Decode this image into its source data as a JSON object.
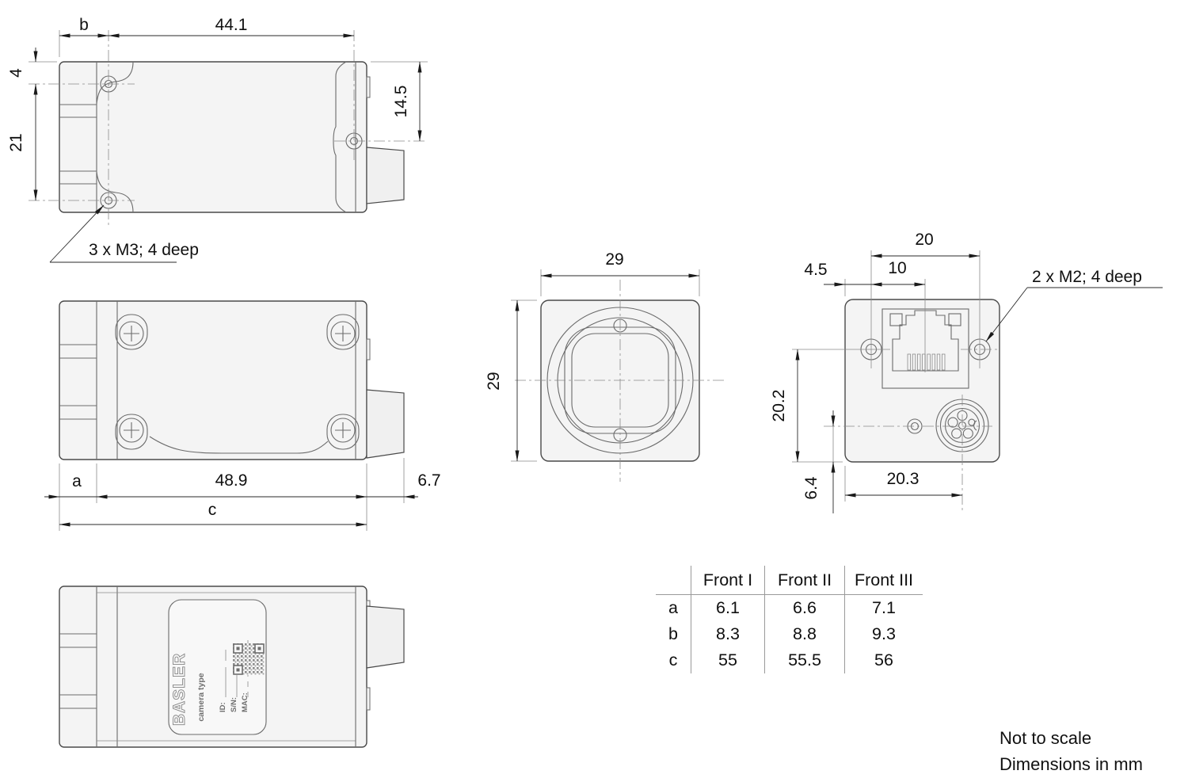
{
  "drawing": {
    "top_view": {
      "dim_b": "b",
      "dim_width": "44.1",
      "dim_4": "4",
      "dim_21": "21",
      "dim_14_5": "14.5",
      "note_m3": "3 x M3; 4 deep"
    },
    "side_view": {
      "dim_a": "a",
      "dim_48_9": "48.9",
      "dim_6_7": "6.7",
      "dim_c": "c"
    },
    "bottom_view": {
      "brand": "BASLER",
      "camera_type": "camera type",
      "id_label": "ID:",
      "sn_label": "S/N:",
      "mac_label": "MAC:"
    },
    "front_view": {
      "dim_w": "29",
      "dim_h": "29"
    },
    "back_view": {
      "dim_20": "20",
      "dim_10": "10",
      "dim_4_5": "4.5",
      "dim_20_2": "20.2",
      "dim_6_4": "6.4",
      "dim_20_3": "20.3",
      "note_m2": "2 x M2; 4 deep"
    }
  },
  "table": {
    "col_headers": [
      "Front I",
      "Front II",
      "Front III"
    ],
    "rows": [
      {
        "label": "a",
        "values": [
          "6.1",
          "6.6",
          "7.1"
        ]
      },
      {
        "label": "b",
        "values": [
          "8.3",
          "8.8",
          "9.3"
        ]
      },
      {
        "label": "c",
        "values": [
          "55",
          "55.5",
          "56"
        ]
      }
    ]
  },
  "notes": {
    "scale": "Not to scale",
    "units": "Dimensions in mm"
  }
}
